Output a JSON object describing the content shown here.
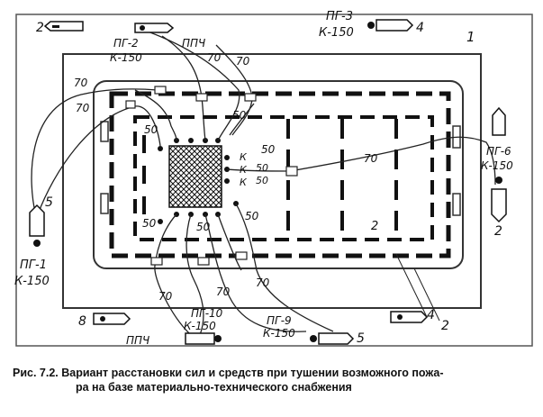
{
  "figure": {
    "caption_line1": "Рис. 7.2. Вариант расстановки сил и средств при тушении возможного пожа-",
    "caption_line2": "ра на базе материально-технического снабжения",
    "region_labels": [
      "1",
      "2",
      "4",
      "4",
      "2",
      "2",
      "2",
      "5",
      "5",
      "8"
    ],
    "hydrants": [
      {
        "name": "ПГ-1",
        "kind": "К-150"
      },
      {
        "name": "ПГ-2",
        "kind": "К-150"
      },
      {
        "name": "ПГ-3",
        "kind": "К-150"
      },
      {
        "name": "ПГ-6",
        "kind": "К-150"
      },
      {
        "name": "ПГ-9",
        "kind": "К-150"
      },
      {
        "name": "ПГ-10",
        "kind": "К-150"
      }
    ],
    "ppch_labels": [
      "ППЧ",
      "ППЧ"
    ],
    "hose_labels": [
      "70",
      "70",
      "70",
      "70",
      "70",
      "70",
      "70",
      "70",
      "50",
      "50",
      "50",
      "50",
      "50",
      "50",
      "50",
      "50"
    ],
    "nozzle_labels": [
      "К",
      "К",
      "К"
    ]
  }
}
